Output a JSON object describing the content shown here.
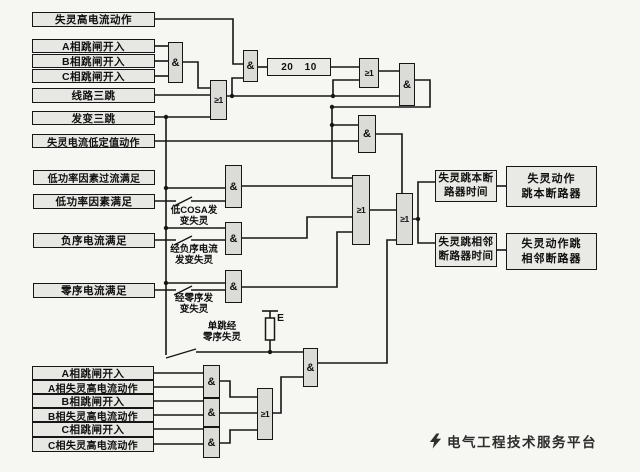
{
  "diagram": {
    "inputs_top": [
      {
        "label": "失灵高电流动作"
      },
      {
        "label": "A相跳闸开入"
      },
      {
        "label": "B相跳闸开入"
      },
      {
        "label": "C相跳闸开入"
      },
      {
        "label": "线路三跳"
      },
      {
        "label": "发变三跳"
      },
      {
        "label": "失灵电流低定值动作"
      }
    ],
    "inputs_mid": [
      {
        "label": "低功率因素过流满足"
      },
      {
        "label": "低功率因素满足"
      },
      {
        "label": "负序电流满足"
      },
      {
        "label": "零序电流满足"
      }
    ],
    "inputs_bottom": [
      {
        "label": "A相跳闸开入"
      },
      {
        "label": "A相失灵高电流动作"
      },
      {
        "label": "B相跳闸开入"
      },
      {
        "label": "B相失灵高电流动作"
      },
      {
        "label": "C相跳闸开入"
      },
      {
        "label": "C相失灵高电流动作"
      }
    ],
    "gate_labels": {
      "and": "&",
      "or": "≥1"
    },
    "timer_2010": "20 10",
    "timer_local": {
      "line1": "失灵跳本断",
      "line2": "路器时间"
    },
    "timer_adjacent": {
      "line1": "失灵跳相邻",
      "line2": "断路器时间"
    },
    "output_local": {
      "line1": "失灵动作",
      "line2": "跳本断路器"
    },
    "output_adjacent": {
      "line1": "失灵动作跳",
      "line2": "相邻断路器"
    },
    "annotations": {
      "cosa": {
        "line1": "低COSA发",
        "line2": "变失灵"
      },
      "neg_seq": {
        "line1": "经负序电流",
        "line2": "发变失灵"
      },
      "zero_seq": {
        "line1": "经零序发",
        "line2": "变失灵"
      },
      "single_trip": {
        "line1": "单跳经",
        "line2": "零序失灵"
      },
      "e_source": "E"
    },
    "watermark": "电气工程技术服务平台"
  }
}
